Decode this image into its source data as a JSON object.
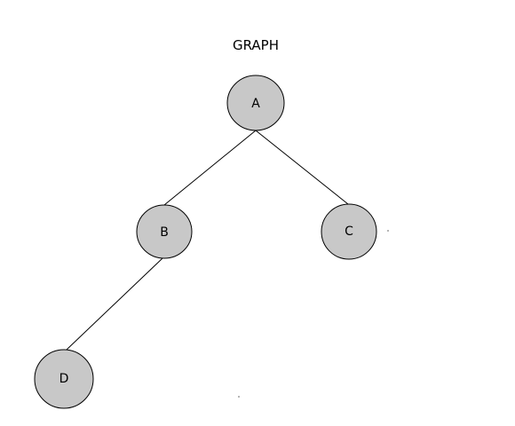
{
  "title": "GRAPH",
  "nodes": [
    {
      "id": "A",
      "label": "A"
    },
    {
      "id": "B",
      "label": "B"
    },
    {
      "id": "C",
      "label": "C"
    },
    {
      "id": "D",
      "label": "D"
    }
  ],
  "edges": [
    {
      "from": "A",
      "to": "B"
    },
    {
      "from": "A",
      "to": "C"
    },
    {
      "from": "B",
      "to": "D"
    }
  ],
  "colors": {
    "node_fill": "#c8c8c8",
    "node_stroke": "#000000",
    "edge": "#000000",
    "text": "#000000"
  }
}
